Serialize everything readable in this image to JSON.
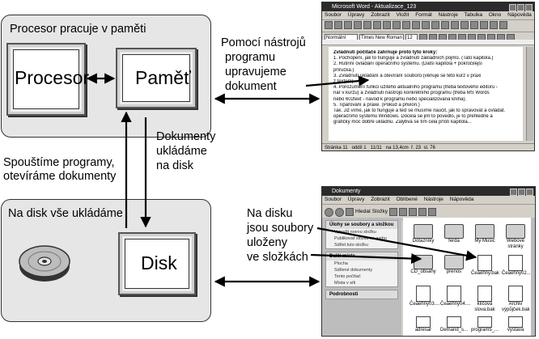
{
  "labels": {
    "memory_panel_title": "Procesor pracuje v paměti",
    "processor": "Procesor",
    "memory": "Paměť",
    "disk_panel_title": "Na disk vše ukládáme",
    "disk": "Disk",
    "run_programs_1": "Spouštíme programy,",
    "run_programs_2": "otevíráme dokumenty",
    "save_docs_1": "Dokumenty",
    "save_docs_2": "ukládáme",
    "save_docs_3": "na disk",
    "edit_1": "Pomocí nástrojů",
    "edit_2": "programu",
    "edit_3": "upravujeme",
    "edit_4": "dokument",
    "files_1": "Na disku",
    "files_2": "jsou soubory",
    "files_3": "uloženy",
    "files_4": "ve složkách"
  },
  "word_window": {
    "title": "Microsoft Word - Aktualizace_123",
    "menu": [
      "Soubor",
      "Úpravy",
      "Zobrazit",
      "Vložit",
      "Formát",
      "Nástroje",
      "Tabulka",
      "Okno",
      "Nápověda"
    ],
    "style": "Normální",
    "font": "Times New Roman",
    "size": "12",
    "doc_lines": [
      "Zvládnutí počítače zahrnuje proto tyto kroky:",
      "1.   Pochopení, jak to fiunguje a zvládnutí základních pojmů. (Tato kapitola.)",
      "2.   Rutinní ovládání operačního systému. (Další kapitola + pokročilejší",
      "      příručka.)",
      "3.   Zvládnutí ukládání a otevírání souborů (věnuje se této kurz v praxi",
      "      z textem)",
      "4.   Porozumění funkci užitého aktuálního programu (třeba textového editoru -",
      "      nár v kurzu) a zvládnutí nástrojů konkrétního programu (třeba MS Words",
      "      nebo 602text - návod k programu nebo specializovaná kniha).",
      "5.   Tipařování a praxe. (Pokud a přivion.)",
      "Tak. Již víme, jak to fiunguje a teď se musíme naučit, jak to spravovat a ovládat.",
      "operačního systému Windows. Docela se jim to povedlo, je to přehledné a",
      "grafičky moc dobře ukládnu. Zalybvá se tím celá příští kapitola..."
    ],
    "status": [
      "Stránka 11",
      "oddíl 1",
      "11/11",
      "na 13,4cm",
      "ř. 23",
      "sl. 76"
    ]
  },
  "explorer_window": {
    "title": "Dokumenty",
    "menu": [
      "Soubor",
      "Úpravy",
      "Zobrazit",
      "Oblíbené",
      "Nástroje",
      "Nápověda"
    ],
    "search": "Hledat",
    "folders_btn": "Složky",
    "task_file_head": "Úlohy se soubory a složkou",
    "task_file_items": [
      "Vytvořit novou složku",
      "Publikovat složku na webu",
      "Sdílet tuto složku"
    ],
    "places_head": "Další místa",
    "places_items": [
      "Plocha",
      "Sdílené dokumenty",
      "Tento počítač",
      "Místa v síti"
    ],
    "details_head": "Podrobnosti",
    "files": [
      {
        "name": "Dotazníky",
        "type": "folder"
      },
      {
        "name": "ferda",
        "type": "folder"
      },
      {
        "name": "My Music",
        "type": "folder"
      },
      {
        "name": "Webové stránky",
        "type": "folder"
      },
      {
        "name": "CD_obsahy",
        "type": "folder"
      },
      {
        "name": "prenos",
        "type": "folder"
      },
      {
        "name": "Čeaehny.bak",
        "type": "file"
      },
      {
        "name": "Čeaehny02....",
        "type": "file"
      },
      {
        "name": "Čeaehny03....",
        "type": "file"
      },
      {
        "name": "Čeaehny04....",
        "type": "file"
      },
      {
        "name": "klíčová slova.bak",
        "type": "file"
      },
      {
        "name": "Archiv výpůjček.bak",
        "type": "file"
      },
      {
        "name": "adresar",
        "type": "file"
      },
      {
        "name": "Demand_s...",
        "type": "file"
      },
      {
        "name": "program5_...",
        "type": "file"
      },
      {
        "name": "vystava",
        "type": "file"
      }
    ]
  }
}
